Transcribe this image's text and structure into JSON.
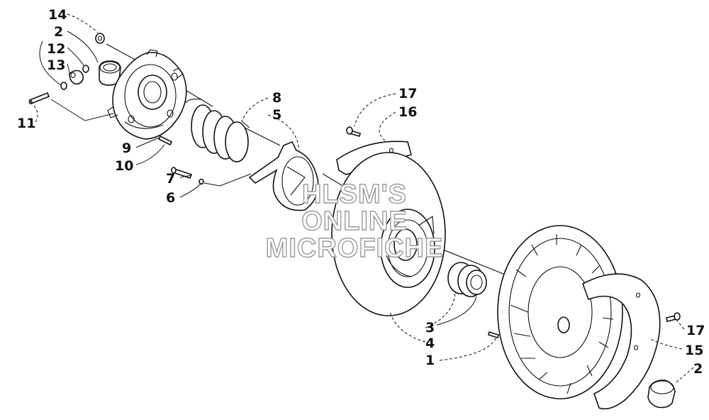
{
  "callouts": {
    "c14": "14",
    "c2_top": "2",
    "c12": "12",
    "c13": "13",
    "c11": "11",
    "c9": "9",
    "c10": "10",
    "c7": "7",
    "c6": "6",
    "c8": "8",
    "c5": "5",
    "c17_top": "17",
    "c16": "16",
    "c3": "3",
    "c4": "4",
    "c1": "1",
    "c17_right": "17",
    "c15": "15",
    "c2_right": "2"
  },
  "watermark": {
    "line1": "HLSM'S",
    "line2": "ONLINE",
    "line3": "MICROFICHE"
  }
}
